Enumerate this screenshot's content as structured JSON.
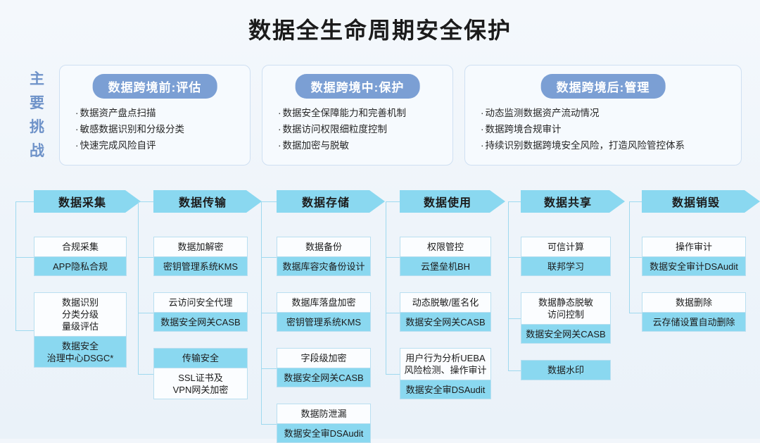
{
  "title": "数据全生命周期安全保护",
  "challenges": {
    "label": "主要挑战",
    "label_chars": [
      "主",
      "要",
      "挑",
      "战"
    ],
    "boxes": [
      {
        "pill": "数据跨境前:评估",
        "items": [
          "数据资产盘点扫描",
          "敏感数据识别和分级分类",
          "快速完成风险自评"
        ]
      },
      {
        "pill": "数据跨境中:保护",
        "items": [
          "数据安全保障能力和完善机制",
          "数据访问权限细粒度控制",
          "数据加密与脱敏"
        ]
      },
      {
        "pill": "数据跨境后:管理",
        "items": [
          "动态监测数据资产流动情况",
          "数据跨境合规审计",
          "持续识别数据跨境安全风险，打造风险管控体系"
        ]
      }
    ]
  },
  "lifecycle": {
    "stages": [
      {
        "name": "数据采集",
        "cards": [
          {
            "rows": [
              {
                "text": "合规采集",
                "style": "white"
              },
              {
                "text": "APP隐私合规",
                "style": "blue"
              }
            ]
          },
          {
            "rows": [
              {
                "text": "数据识别\n分类分级\n量级评估",
                "style": "white"
              },
              {
                "text": "数据安全\n治理中心DSGC*",
                "style": "blue"
              }
            ]
          }
        ]
      },
      {
        "name": "数据传输",
        "cards": [
          {
            "rows": [
              {
                "text": "数据加解密",
                "style": "white"
              },
              {
                "text": "密钥管理系统KMS",
                "style": "blue"
              }
            ]
          },
          {
            "rows": [
              {
                "text": "云访问安全代理",
                "style": "white"
              },
              {
                "text": "数据安全网关CASB",
                "style": "blue"
              }
            ]
          },
          {
            "rows": [
              {
                "text": "传输安全",
                "style": "blue"
              },
              {
                "text": "SSL证书及\nVPN网关加密",
                "style": "white"
              }
            ]
          }
        ]
      },
      {
        "name": "数据存储",
        "cards": [
          {
            "rows": [
              {
                "text": "数据备份",
                "style": "white"
              },
              {
                "text": "数据库容灾备份设计",
                "style": "blue"
              }
            ]
          },
          {
            "rows": [
              {
                "text": "数据库落盘加密",
                "style": "white"
              },
              {
                "text": "密钥管理系统KMS",
                "style": "blue"
              }
            ]
          },
          {
            "rows": [
              {
                "text": "字段级加密",
                "style": "white"
              },
              {
                "text": "数据安全网关CASB",
                "style": "blue"
              }
            ]
          },
          {
            "rows": [
              {
                "text": "数据防泄漏",
                "style": "white"
              },
              {
                "text": "数据安全审DSAudit",
                "style": "blue"
              }
            ]
          }
        ]
      },
      {
        "name": "数据使用",
        "cards": [
          {
            "rows": [
              {
                "text": "权限管控",
                "style": "white"
              },
              {
                "text": "云堡垒机BH",
                "style": "blue"
              }
            ]
          },
          {
            "rows": [
              {
                "text": "动态脱敏/匿名化",
                "style": "white"
              },
              {
                "text": "数据安全网关CASB",
                "style": "blue"
              }
            ]
          },
          {
            "rows": [
              {
                "text": "用户行为分析UEBA\n风险检测、操作审计",
                "style": "white"
              },
              {
                "text": "数据安全审DSAudit",
                "style": "blue"
              }
            ]
          }
        ]
      },
      {
        "name": "数据共享",
        "cards": [
          {
            "rows": [
              {
                "text": "可信计算",
                "style": "white"
              },
              {
                "text": "联邦学习",
                "style": "blue"
              }
            ]
          },
          {
            "rows": [
              {
                "text": "数据静态脱敏\n访问控制",
                "style": "white"
              },
              {
                "text": "数据安全网关CASB",
                "style": "blue"
              }
            ]
          },
          {
            "rows": [
              {
                "text": "数据水印",
                "style": "blue"
              }
            ]
          }
        ]
      },
      {
        "name": "数据销毁",
        "cards": [
          {
            "rows": [
              {
                "text": "操作审计",
                "style": "white"
              },
              {
                "text": "数据安全审计DSAudit",
                "style": "blue"
              }
            ]
          },
          {
            "rows": [
              {
                "text": "数据删除",
                "style": "white"
              },
              {
                "text": "云存储设置自动删除",
                "style": "blue"
              }
            ]
          }
        ]
      }
    ]
  },
  "colors": {
    "background": "#eef4fa",
    "accent_cyan": "#8ad8f0",
    "accent_blue": "#7b9fd4",
    "card_border": "#b9dff0",
    "line": "#9fd9ef",
    "white_cell": "#fbfdff"
  }
}
